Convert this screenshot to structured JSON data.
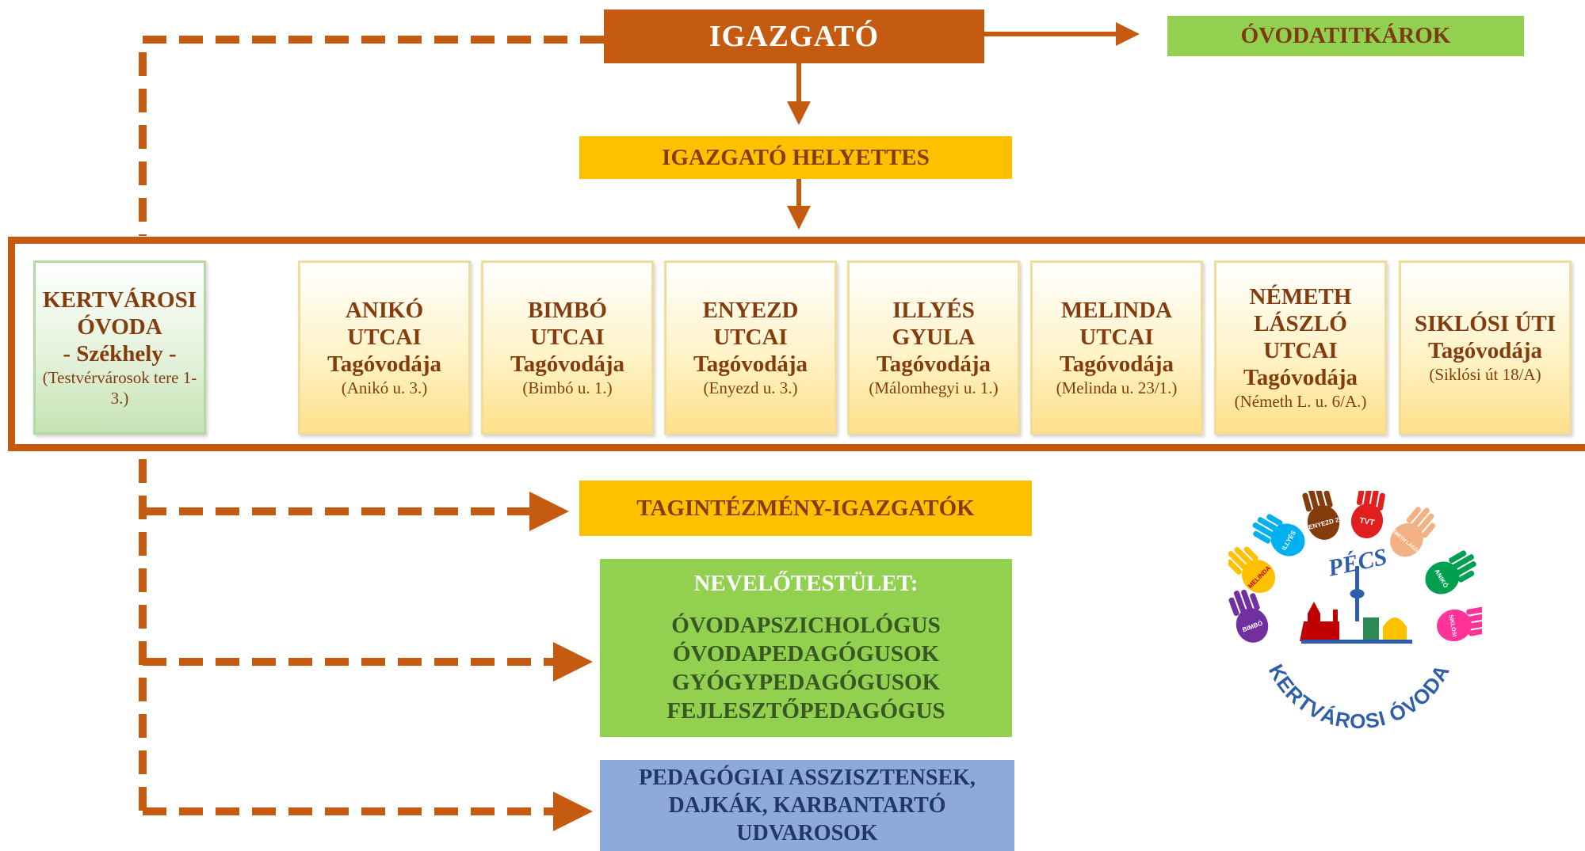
{
  "director": "IGAZGATÓ",
  "secretaries": "ÓVODATITKÁROK",
  "deputy": "IGAZGATÓ HELYETTES",
  "units": [
    {
      "l1": "KERTVÁROSI",
      "l2": "ÓVODA",
      "l3": "- Székhely -",
      "addr": "(Testvérvárosok tere 1-3.)"
    },
    {
      "l1": "ANIKÓ",
      "l2": "UTCAI",
      "l3": "Tagóvodája",
      "addr": "(Anikó u. 3.)"
    },
    {
      "l1": "BIMBÓ",
      "l2": "UTCAI",
      "l3": "Tagóvodája",
      "addr": "(Bimbó u. 1.)"
    },
    {
      "l1": "ENYEZD",
      "l2": "UTCAI",
      "l3": "Tagóvodája",
      "addr": "(Enyezd u. 3.)"
    },
    {
      "l1": "ILLYÉS",
      "l2": "GYULA",
      "l3": "Tagóvodája",
      "addr": "(Málomhegyi u. 1.)"
    },
    {
      "l1": "MELINDA",
      "l2": "UTCAI",
      "l3": "Tagóvodája",
      "addr": "(Melinda u. 23/1.)"
    },
    {
      "l1": "NÉMETH",
      "l2": "LÁSZLÓ",
      "l2b": "UTCAI",
      "l3": "Tagóvodája",
      "addr": "(Németh L. u. 6/A.)"
    },
    {
      "l1": "SIKLÓSI ÚTI",
      "l3": "Tagóvodája",
      "addr": "(Siklósi út 18/A)"
    }
  ],
  "heads": "TAGINTÉZMÉNY-IGAZGATÓK",
  "staff": {
    "title": "NEVELŐTESTÜLET:",
    "items": [
      "ÓVODAPSZICHOLÓGUS",
      "ÓVODAPEDAGÓGUSOK",
      "GYÓGYPEDAGÓGUSOK",
      "FEJLESZTŐPEDAGÓGUS"
    ]
  },
  "assistants": [
    "PEDAGÓGIAI ASSZISZTENSEK,",
    "DAJKÁK, KARBANTARTÓ",
    "UDVAROSOK"
  ],
  "logo": {
    "city": "PÉCS",
    "name": "KERTVÁROSI ÓVODA",
    "hands": [
      "BIMBÓ",
      "MELINDA",
      "ILLYÉS",
      "ENYEZD 2",
      "TVT",
      "NÉMETH LÁSZLÓ",
      "ANIKÓ",
      "SIKLÓSI"
    ]
  },
  "colors": {
    "orange": "#C55A11",
    "gold": "#FFC000",
    "green": "#92D050",
    "blue": "#8EA9DB"
  }
}
